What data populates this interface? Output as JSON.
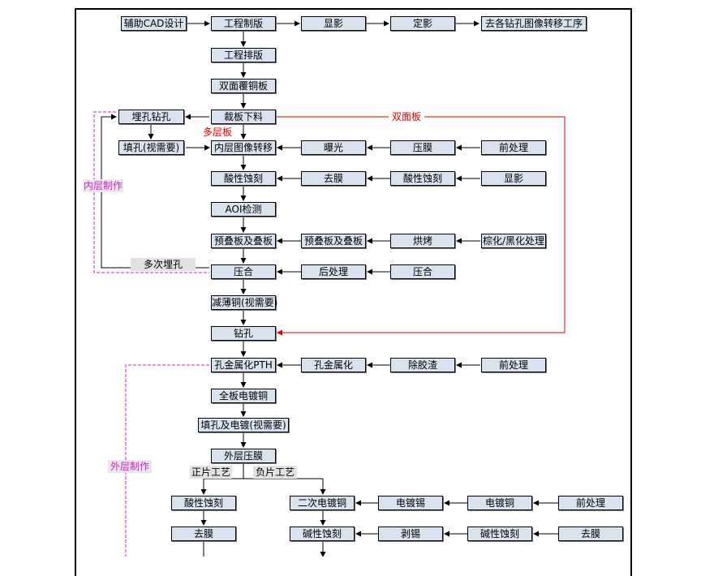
{
  "nodes": {
    "cad": "辅助CAD设计",
    "engineering": "工程制版",
    "develop1": "显影",
    "fix": "定影",
    "to_drill_image": "去各钻孔图像转移工序",
    "layout": "工程排版",
    "double_ccl": "双面覆铜板",
    "bury_drill": "埋孔钻孔",
    "cut": "裁板下料",
    "fill_hole": "填孔(视需要)",
    "inner_image": "内层图像转移",
    "expose": "曝光",
    "laminate_film": "压膜",
    "pretreat1": "前处理",
    "acid_etch1": "酸性蚀刻",
    "strip1": "去膜",
    "acid_etch2": "酸性蚀刻",
    "develop2": "显影",
    "aoi": "AOI检测",
    "prestack1": "预叠板及叠板",
    "prestack2": "预叠板及叠板",
    "bake": "烘烤",
    "brown": "棕化/黑化处理",
    "press1": "压合",
    "post_treat": "后处理",
    "press2": "压合",
    "thin_copper": "减薄铜(视需要)",
    "drill": "钻孔",
    "pth": "孔金属化PTH",
    "metallize": "孔金属化",
    "desmear": "除胶渣",
    "pretreat2": "前处理",
    "panel_plate": "全板电镀铜",
    "fill_plate": "填孔及电镀(视需要)",
    "outer_film": "外层压膜",
    "acid_etch3": "酸性蚀刻",
    "second_cu": "二次电镀铜",
    "tin_plate": "电镀锡",
    "cu_plate": "电镀铜",
    "pretreat3": "前处理",
    "strip2": "去膜",
    "alk_etch": "碱性蚀刻",
    "tin_strip": "剥锡",
    "alk_etch2": "碱性蚀刻",
    "strip3": "去膜"
  },
  "labels": {
    "double_side": "双面板",
    "multilayer": "多层板",
    "inner_make": "内层制作",
    "multi_bury": "多次埋孔",
    "outer_make": "外层制作",
    "positive": "正片工艺",
    "negative": "负片工艺"
  },
  "colors": {
    "box_fill": "#d9e3ef",
    "red_line": "#e00000",
    "magenta_line": "#d020d0"
  }
}
